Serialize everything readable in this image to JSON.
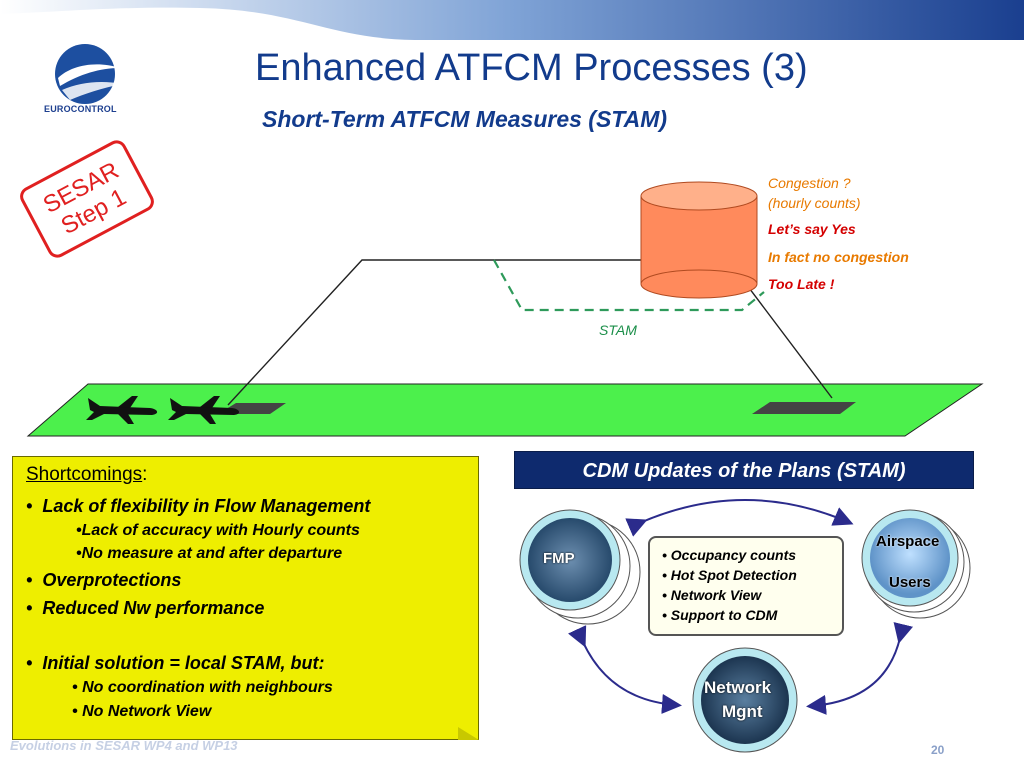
{
  "header": {
    "logo_text": "EUROCONTROL",
    "title": "Enhanced ATFCM Processes (3)",
    "subtitle": "Short-Term ATFCM Measures (STAM)"
  },
  "stamp": {
    "line1": "SESAR",
    "line2": "Step 1"
  },
  "diagram": {
    "notes": {
      "congestion_line1": "Congestion ?",
      "congestion_line2": "(hourly counts)",
      "lets_say_yes": "Let’s say Yes",
      "no_congestion": "In fact no congestion",
      "too_late": "Too Late !"
    },
    "stam_label": "STAM",
    "colors": {
      "ground": "#4cf04c",
      "cylinder": "#ff8a5c",
      "stam_dash": "#2e9a5a",
      "orange_text": "#e87a00",
      "red_text": "#d40000"
    }
  },
  "shortcomings": {
    "heading": "Shortcomings",
    "heading_suffix": ":",
    "items": [
      {
        "bullet": "•",
        "text": "Lack of flexibility in Flow Management"
      },
      {
        "bullet": "•",
        "text": "Lack of accuracy with Hourly counts"
      },
      {
        "bullet": "•",
        "text": "No measure at and after departure"
      },
      {
        "bullet": "•",
        "text": "Overprotections"
      },
      {
        "bullet": "•",
        "text": "Reduced Nw performance"
      },
      {
        "bullet": "•",
        "text": "Initial solution = local STAM, but:"
      },
      {
        "bullet": "•",
        "text": "No coordination with neighbours"
      },
      {
        "bullet": "•",
        "text": "No Network View"
      }
    ]
  },
  "cdm": {
    "banner": "CDM Updates of the Plans (STAM)",
    "info": [
      "• Occupancy counts",
      "• Hot Spot Detection",
      "• Network View",
      "• Support to CDM"
    ],
    "actors": {
      "fmp": "FMP",
      "airspace_line1": "Airspace",
      "airspace_line2": "Users",
      "network_line1": "Network",
      "network_line2": "Mgnt"
    }
  },
  "footer": {
    "text": "Evolutions in SESAR WP4 and WP13",
    "page": "20"
  }
}
